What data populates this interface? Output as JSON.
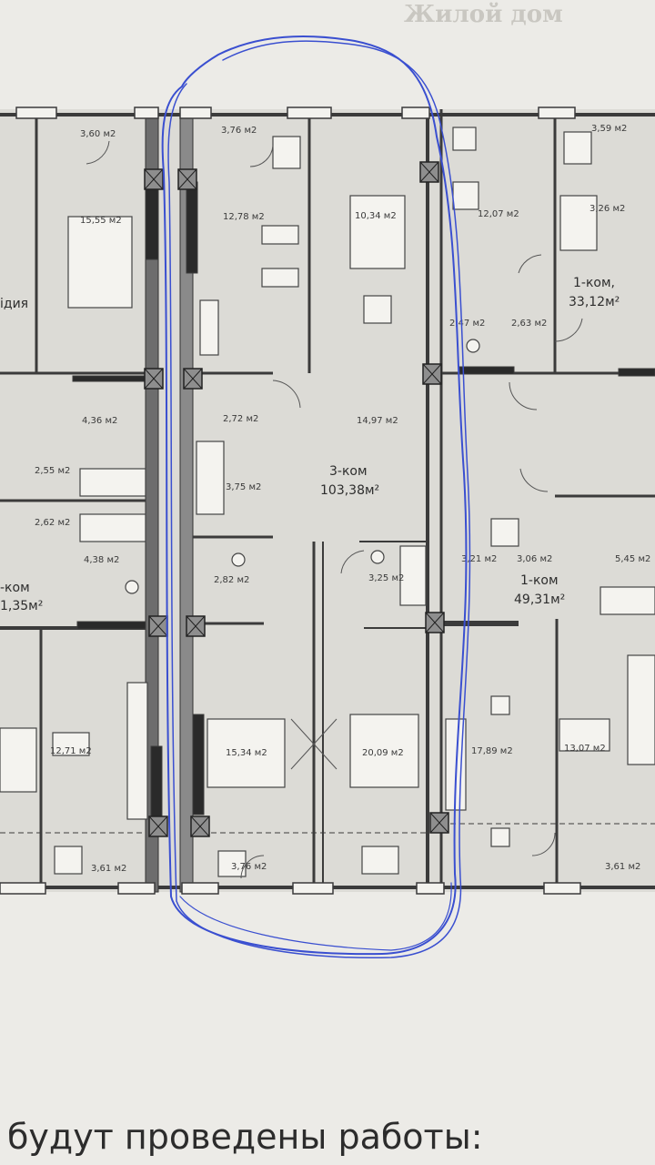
{
  "header": {
    "title": "Жилой дом"
  },
  "footer": {
    "text": "будут проведены работы:"
  },
  "apartments": {
    "left_top_fragment": "ідия",
    "left_mid_type": "-ком",
    "left_mid_area": "1,35м²",
    "center_type": "3-ком",
    "center_area": "103,38м²",
    "right_top_type": "1-ком,",
    "right_top_area": "33,12м²",
    "right_mid_type": "1-ком",
    "right_mid_area": "49,31м²"
  },
  "rooms": {
    "l1": "3,60 м2",
    "l2": "15,55 м2",
    "l3": "4,36 м2",
    "l4": "2,55 м2",
    "l5": "2,62 м2",
    "l6": "4,38 м2",
    "l7": "12,71 м2",
    "l8": "3,61 м2",
    "c1": "3,76 м2",
    "c2": "12,78 м2",
    "c3": "10,34 м2",
    "c4": "2,72 м2",
    "c5": "14,97 м2",
    "c6": "3,75 м2",
    "c7": "2,82 м2",
    "c8": "3,25 м2",
    "c9": "15,34 м2",
    "c10": "20,09 м2",
    "c11": "3,76 м2",
    "r1": "3,59 м2",
    "r2": "12,07 м2",
    "r3": "3,26 м2",
    "r4": "2,47 м2",
    "r5": "2,63 м2",
    "r6": "3,21 м2",
    "r7": "3,06 м2",
    "r8": "5,45 м2",
    "r9": "17,89 м2",
    "r10": "13,07 м2",
    "r11": "3,61 м2"
  },
  "colors": {
    "paper": "#ecebe7",
    "floor": "#dcdbd6",
    "wall": "#3b3b3b",
    "pen": "#3a4fd0"
  }
}
